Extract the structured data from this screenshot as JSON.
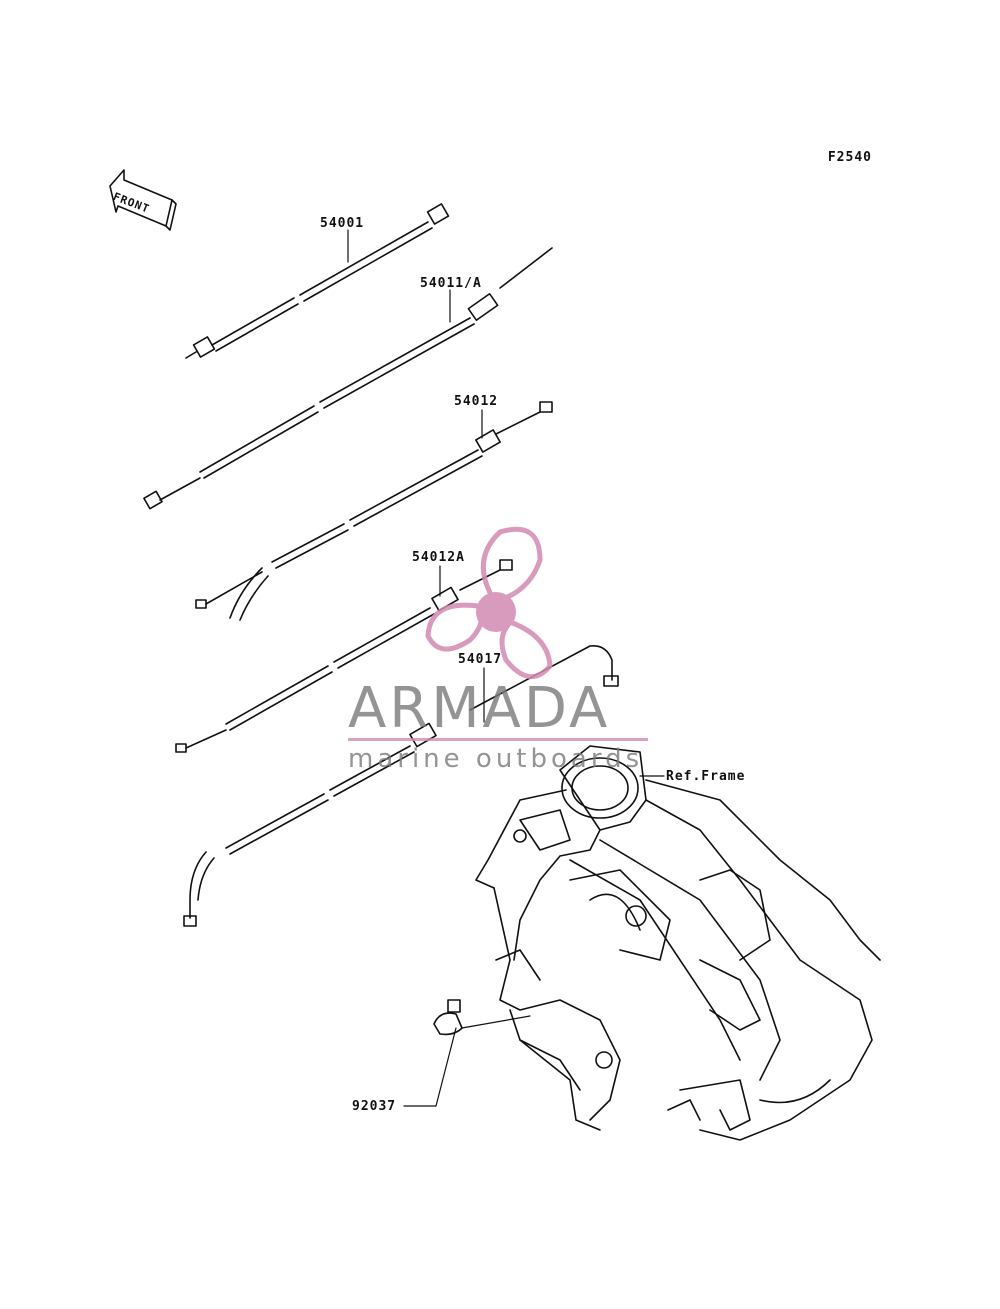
{
  "figure_code": "F2540",
  "front_arrow_label": "FRONT",
  "parts": [
    {
      "number": "54001"
    },
    {
      "number": "54011/A"
    },
    {
      "number": "54012"
    },
    {
      "number": "54012A"
    },
    {
      "number": "54017"
    },
    {
      "number": "92037"
    }
  ],
  "reference_label": "Ref.Frame",
  "watermark": {
    "title": "ARMADA",
    "subtitle": "marine outboards",
    "accent_color": "#d38ab2",
    "text_color": "#7a7a7a"
  }
}
